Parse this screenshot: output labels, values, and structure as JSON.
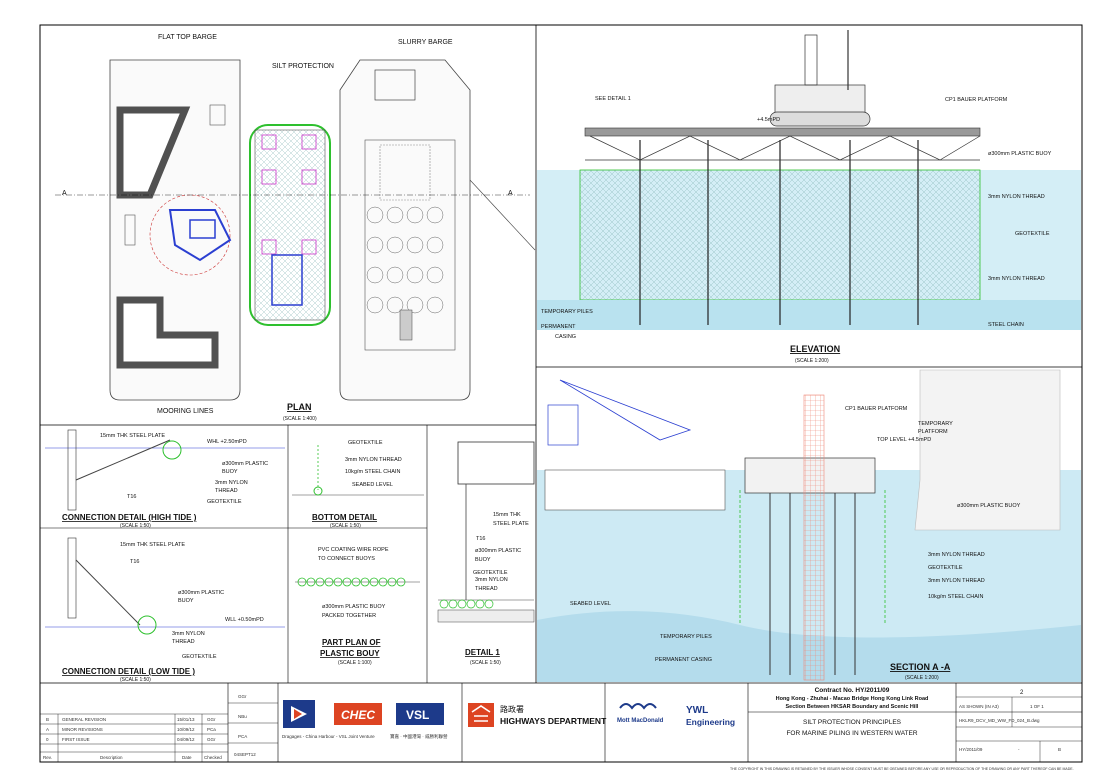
{
  "plan": {
    "flat_top_barge": "FLAT TOP BARGE",
    "silt_protection": "SILT PROTECTION",
    "slurry_barge": "SLURRY BARGE",
    "mooring_lines": "MOORING LINES",
    "section_marker": "A",
    "title": "PLAN",
    "scale": "(SCALE 1:400)"
  },
  "elevation": {
    "see_detail": "SEE DETAIL 1",
    "level": "+4.5mPD",
    "cp1_platform": "CP1 BAUER PLATFORM",
    "buoy": "ø300mm PLASTIC BUOY",
    "nylon_1": "3mm NYLON THREAD",
    "geotextile": "GEOTEXTILE",
    "nylon_2": "3mm NYLON THREAD",
    "temporary_piles": "TEMPORARY PILES",
    "permanent_casing_1": "PERMANENT",
    "permanent_casing_2": "CASING",
    "steel_chain": "STEEL CHAIN",
    "title": "ELEVATION",
    "scale": "(SCALE 1:200)"
  },
  "section": {
    "cp1_platform": "CP1 BAUER PLATFORM",
    "temp_platform_1": "TEMPORARY",
    "temp_platform_2": "PLATFORM",
    "top_level": "TOP LEVEL +4.5mPD",
    "buoy": "ø300mm PLASTIC BUOY",
    "nylon_1": "3mm NYLON THREAD",
    "geotextile": "GEOTEXTILE",
    "nylon_2": "3mm NYLON THREAD",
    "chain": "10kg/m STEEL CHAIN",
    "seabed": "SEABED LEVEL",
    "temporary_piles": "TEMPORARY PILES",
    "permanent_casing": "PERMANENT CASING",
    "title": "SECTION A -A",
    "scale": "(SCALE 1:200)"
  },
  "conn_high": {
    "plate": "15mm THK STEEL PLATE",
    "whl": "WHL +2.50mPD",
    "buoy_1": "ø300mm PLASTIC",
    "buoy_2": "BUOY",
    "nylon_1": "3mm NYLON",
    "nylon_2": "THREAD",
    "t16": "T16",
    "geotextile": "GEOTEXTILE",
    "title": "CONNECTION DETAIL  (HIGH TIDE )",
    "scale": "(SCALE 1:50)"
  },
  "conn_low": {
    "plate": "15mm THK STEEL PLATE",
    "t16": "T16",
    "buoy_1": "ø300mm PLASTIC",
    "buoy_2": "BUOY",
    "wll": "WLL +0.50mPD",
    "nylon_1": "3mm NYLON",
    "nylon_2": "THREAD",
    "geotextile": "GEOTEXTILE",
    "title": "CONNECTION DETAIL  (LOW TIDE )",
    "scale": "(SCALE 1:50)"
  },
  "bottom": {
    "geotextile": "GEOTEXTILE",
    "nylon": "3mm NYLON THREAD",
    "chain": "10kg/m STEEL CHAIN",
    "seabed": "SEABED LEVEL",
    "title": "BOTTOM DETAIL",
    "scale": "(SCALE 1:50)"
  },
  "part_plan": {
    "pvc_1": "PVC COATING WIRE ROPE",
    "pvc_2": "TO CONNECT BUOYS",
    "buoy_1": "ø300mm PLASTIC BUOY",
    "buoy_2": "PACKED TOGETHER",
    "title_1": "PART PLAN OF",
    "title_2": "PLASTIC BOUY",
    "scale": "(SCALE 1:100)"
  },
  "detail1": {
    "plate_1": "15mm THK",
    "plate_2": "STEEL PLATE",
    "t16": "T16",
    "buoy_1": "ø300mm PLASTIC",
    "buoy_2": "BUOY",
    "nylon_1": "3mm NYLON",
    "nylon_2": "THREAD",
    "geotextile": "GEOTEXTILE",
    "title": "DETAIL 1",
    "scale": "(SCALE 1:50)"
  },
  "title_block": {
    "revisions": [
      {
        "rev": "B",
        "desc": "GENERAL REVISION",
        "date": "15/01/13",
        "by": "GGr"
      },
      {
        "rev": "A",
        "desc": "MINOR REVISIONS",
        "date": "10/09/12",
        "by": "PCa"
      },
      {
        "rev": "0",
        "desc": "FIRST ISSUE",
        "date": "04/09/12",
        "by": "GGr"
      }
    ],
    "rev_header": "Rev.",
    "desc_header": "Description",
    "date_header": "Date",
    "checked_header": "Checked",
    "designed": "GGr",
    "drawn": "NBu",
    "checked": "PCA",
    "approved": "GGr",
    "date": "04SEPT12",
    "jv_caption": "Dragages - China Harbour - VSL Joint Venture",
    "jv_caption_cn": "寶嘉 · 中國港灣 · 威勝利聯營",
    "chec_logo": "CHEC",
    "vsl_logo": "VSL",
    "hyd_cn": "路政署",
    "hyd": "HIGHWAYS DEPARTMENT",
    "mott": "Mott MacDonald",
    "ywl_1": "YWL",
    "ywl_2": "Engineering",
    "contract": "Contract No. HY/2011/09",
    "project_1": "Hong Kong - Zhuhai - Macao Bridge Hong Kong Link Road",
    "project_2": "Section Between HKSAR Boundary and Scenic Hill",
    "drawing_title_1": "SILT PROTECTION PRINCIPLES",
    "drawing_title_2": "FOR MARINE PILING IN WESTERN WATER",
    "sheet_no": "2",
    "scale": "AS SHOWN (IN A3)",
    "sheets": "1 OF 1",
    "file": "HKLR9_DCV_MD_WW_FD_024_B.dwg",
    "drawing_no": "HY/2011/09",
    "dash": "-",
    "rev": "B"
  },
  "copyright": "THE COPYRIGHT IN THIS DRAWING IS RETAINED BY THE ISSUER WHOSE CONSENT MUST BE OBTAINED BEFORE ANY USE OR REPRODUCTION OF THE DRAWING OR ANY PART THEREOF CAN BE MADE."
}
